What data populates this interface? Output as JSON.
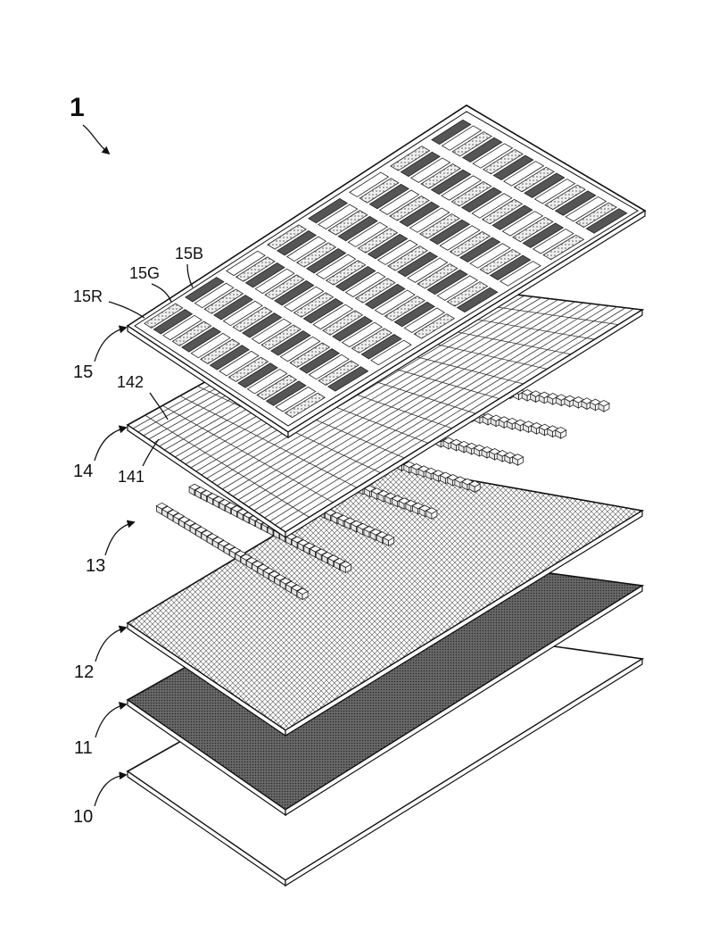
{
  "figure": {
    "assembly_label": "1",
    "layers": [
      {
        "id": "10",
        "label": "10",
        "style": "plain"
      },
      {
        "id": "11",
        "label": "11",
        "style": "dark-filled"
      },
      {
        "id": "12",
        "label": "12",
        "style": "cross-hatched"
      },
      {
        "id": "13",
        "label": "13",
        "style": "cube-array"
      },
      {
        "id": "14",
        "label": "14",
        "style": "grid"
      },
      {
        "id": "15",
        "label": "15",
        "style": "color-filter-array"
      }
    ],
    "sublabels": {
      "grid_line_a": "141",
      "grid_line_b": "142",
      "red_subpixel": "15R",
      "green_subpixel": "15G",
      "blue_subpixel": "15B"
    },
    "colors": {
      "ink": "#111111",
      "dark_fill": "#555555",
      "dot_fill": "#d9d9d9",
      "hatch": "#444444"
    }
  }
}
